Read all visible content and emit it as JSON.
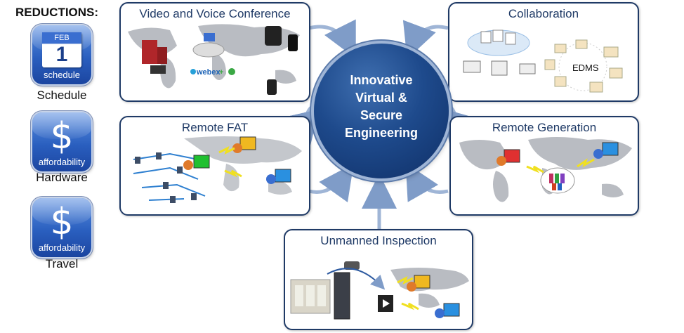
{
  "reductions": {
    "title": "REDUCTIONS:",
    "items": [
      {
        "icon": "calendar-icon",
        "month": "FEB",
        "day": "1",
        "caption": "schedule",
        "label": "Schedule"
      },
      {
        "icon": "dollar-icon",
        "symbol": "$",
        "caption": "affordability",
        "label": "Hardware"
      },
      {
        "icon": "dollar-icon",
        "symbol": "$",
        "caption": "affordability",
        "label": "Travel"
      }
    ]
  },
  "hub": {
    "lines": [
      "Innovative",
      "Virtual &",
      "Secure",
      "Engineering"
    ],
    "color": "#1e4a8c"
  },
  "panels": {
    "video": {
      "title": "Video and Voice Conference",
      "webex_label": "webex"
    },
    "collaboration": {
      "title": "Collaboration",
      "edms_label": "EDMS"
    },
    "fat": {
      "title": "Remote FAT"
    },
    "generation": {
      "title": "Remote Generation"
    },
    "inspection": {
      "title": "Unmanned Inspection"
    }
  },
  "colors": {
    "panel_border": "#1f3a66",
    "tile_blue": "#2a5fbf",
    "arrow": "#9fb5d6",
    "map_gray": "#b9bcc2"
  }
}
